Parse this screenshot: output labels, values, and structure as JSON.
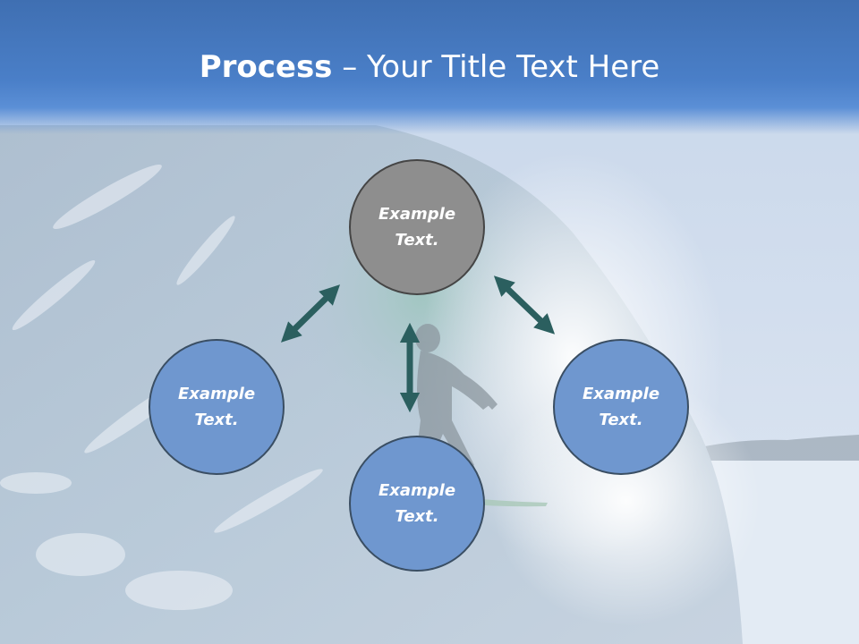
{
  "slide": {
    "title_bold": "Process",
    "title_rest": " – Your Title Text Here"
  },
  "nodes": [
    {
      "id": "top",
      "line1": "Example",
      "line2": "Text.",
      "fill": "#8e8e8e"
    },
    {
      "id": "left",
      "line1": "Example",
      "line2": "Text.",
      "fill": "#6f97cf"
    },
    {
      "id": "bottom",
      "line1": "Example",
      "line2": "Text.",
      "fill": "#6f97cf"
    },
    {
      "id": "right",
      "line1": "Example",
      "line2": "Text.",
      "fill": "#6f97cf"
    }
  ],
  "colors": {
    "header": "#4a7fc8",
    "arrow": "#2b5f5f",
    "node_blue": "#6f97cf",
    "node_gray": "#8e8e8e"
  },
  "icons": {
    "arrow": "double-headed-arrow-icon"
  }
}
